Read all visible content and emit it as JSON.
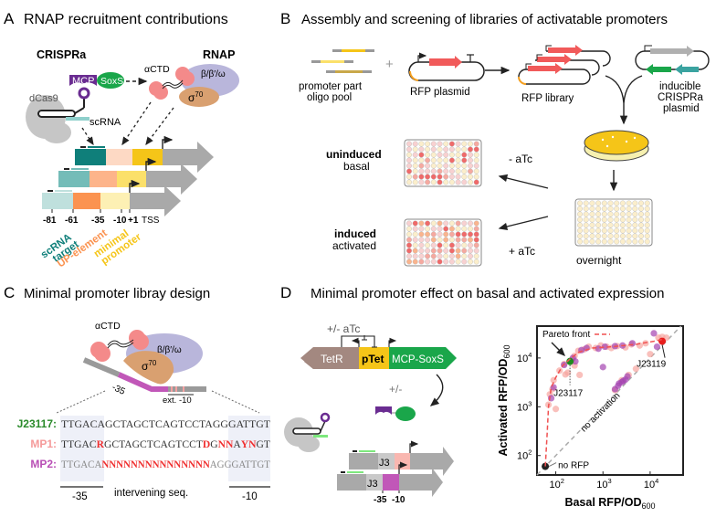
{
  "colors": {
    "teal_dark": "#0f7f7a",
    "teal_mid": "#74bcb8",
    "teal_light": "#bfe0dd",
    "orange_light": "#fdd9c4",
    "orange_mid": "#fdb48a",
    "orange_dark": "#fb9350",
    "yellow_dark": "#f5c518",
    "yellow_mid": "#fbe06a",
    "yellow_light": "#fdf0b4",
    "gray_arrow": "#a9a9a9",
    "rfp_red": "#f15a5a",
    "rnap_lavender": "#b9b6db",
    "sigma_tan": "#d9a070",
    "actd_pink": "#f48a8a",
    "mcp_purple": "#6a2c91",
    "soxs_green": "#1aa64a",
    "mp1_color": "#f59a9a",
    "mp2_color": "#b94fb5",
    "j23117_color": "#2a8a2a",
    "pareto_color": "#f05050"
  },
  "panelA": {
    "letter": "A",
    "title": "RNAP recruitment contributions",
    "crispra_label": "CRISPRa",
    "rnap_label": "RNAP",
    "mcp": "MCP",
    "soxs": "SoxS",
    "actd": "αCTD",
    "beta": "β/β′/ω",
    "sigma": "σ",
    "sigma_sup": "70",
    "dcas9": "dCas9",
    "scrna": "scRNA",
    "positions": [
      "-81",
      "-61",
      "-35",
      "-10",
      "+1"
    ],
    "tss": "TSS",
    "legend": [
      "scRNA target",
      "UP-element",
      "minimal promoter"
    ],
    "legend_lines": [
      [
        "scRNA",
        "target"
      ],
      [
        "UP-element"
      ],
      [
        "minimal",
        "promoter"
      ]
    ]
  },
  "panelB": {
    "letter": "B",
    "title": "Assembly and screening of libraries of activatable promoters",
    "oligo_label_1": "promoter part",
    "oligo_label_2": "oligo pool",
    "plus": "+",
    "rfp_plasmid": "RFP plasmid",
    "rfp_library": "RFP library",
    "crispra_1": "inducible",
    "crispra_2": "CRISPRa",
    "crispra_3": "plasmid",
    "uninduced_bold": "uninduced",
    "uninduced_sub": "basal",
    "induced_bold": "induced",
    "induced_sub": "activated",
    "minus_atc": "- aTc",
    "plus_atc": "+ aTc",
    "overnight": "overnight"
  },
  "panelC": {
    "letter": "C",
    "title": "Minimal promoter libray design",
    "actd": "αCTD",
    "beta": "β/β′/ω",
    "sigma": "σ",
    "sigma_sup": "70",
    "minus35": "-35",
    "ext10": "ext. -10",
    "sequences": [
      {
        "name": "J23117:",
        "segments": [
          {
            "t": "TTGACAGCTAGCTCAGTCCTAGGGATTGT",
            "v": false
          }
        ]
      },
      {
        "name": "MP1:",
        "segments": [
          {
            "t": "TTGAC",
            "v": false
          },
          {
            "t": "R",
            "v": true
          },
          {
            "t": "GCTAGCTCAGTCCT",
            "v": false
          },
          {
            "t": "D",
            "v": true
          },
          {
            "t": "G",
            "v": false
          },
          {
            "t": "NN",
            "v": true
          },
          {
            "t": "A",
            "v": false
          },
          {
            "t": "YN",
            "v": true
          },
          {
            "t": "GT",
            "v": false
          }
        ]
      },
      {
        "name": "MP2:",
        "segments": [
          {
            "t": "TTGACA",
            "v": false
          },
          {
            "t": "NNNNNNNNNNNNNNN",
            "v": true
          },
          {
            "t": "AGGGATTGT",
            "v": false
          }
        ]
      }
    ],
    "bracket_35": "-35",
    "bracket_intervening": "intervening seq.",
    "bracket_10": "-10"
  },
  "panelD": {
    "letter": "D",
    "title": "Minimal promoter effect on basal and activated expression",
    "atc": "+/- aTc",
    "tetr": "TetR",
    "ptet": "pTet",
    "mcp_soxs": "MCP-SoxS",
    "plusminus": "+/-",
    "j3": "J3",
    "minus35": "-35",
    "minus10": "-10"
  },
  "chart_data": {
    "type": "scatter",
    "xlabel": "Basal RFP/OD600",
    "ylabel": "Activated RFP/OD600",
    "xscale": "log",
    "yscale": "log",
    "xlim": [
      40,
      50000
    ],
    "ylim": [
      40,
      45000
    ],
    "xticks": [
      {
        "v": 100,
        "label": "10",
        "sup": "2"
      },
      {
        "v": 1000,
        "label": "10",
        "sup": "3"
      },
      {
        "v": 10000,
        "label": "10",
        "sup": "4"
      }
    ],
    "yticks": [
      {
        "v": 100,
        "label": "10",
        "sup": "2"
      },
      {
        "v": 1000,
        "label": "10",
        "sup": "3"
      },
      {
        "v": 10000,
        "label": "10",
        "sup": "4"
      }
    ],
    "grid": false,
    "reference_line": {
      "label": "no activation",
      "from": [
        40,
        40
      ],
      "to": [
        45000,
        45000
      ]
    },
    "pareto_front": {
      "label": "Pareto front",
      "points": [
        [
          60,
          60
        ],
        [
          66,
          300
        ],
        [
          70,
          1000
        ],
        [
          80,
          2500
        ],
        [
          100,
          4000
        ],
        [
          140,
          7000
        ],
        [
          200,
          9500
        ],
        [
          300,
          13000
        ],
        [
          600,
          16000
        ],
        [
          1500,
          17000
        ],
        [
          5000,
          19000
        ],
        [
          12000,
          22000
        ],
        [
          18000,
          24000
        ]
      ]
    },
    "series": [
      {
        "name": "MP1",
        "color": "#f7a5a0",
        "points": [
          [
            70,
            1100
          ],
          [
            75,
            1800
          ],
          [
            85,
            2300
          ],
          [
            90,
            3500
          ],
          [
            100,
            900
          ],
          [
            120,
            5500
          ],
          [
            150,
            7500
          ],
          [
            160,
            4600
          ],
          [
            180,
            5000
          ],
          [
            220,
            9000
          ],
          [
            250,
            11000
          ],
          [
            300,
            14000
          ],
          [
            320,
            4500
          ],
          [
            400,
            15000
          ],
          [
            500,
            17000
          ],
          [
            700,
            16000
          ],
          [
            900,
            18000
          ],
          [
            1200,
            17000
          ],
          [
            1500,
            16000
          ],
          [
            2000,
            17500
          ],
          [
            3000,
            16500
          ],
          [
            4000,
            19000
          ],
          [
            6000,
            18000
          ],
          [
            8000,
            20000
          ],
          [
            15000,
            26000
          ],
          [
            18000,
            27000
          ],
          [
            22000,
            26000
          ],
          [
            2500,
            3500
          ],
          [
            3500,
            4500
          ],
          [
            5000,
            6000
          ],
          [
            1800,
            2200
          ],
          [
            10000,
            12000
          ],
          [
            250,
            7000
          ]
        ]
      },
      {
        "name": "MP2",
        "color": "#a445b0",
        "points": [
          [
            80,
            1500
          ],
          [
            90,
            2500
          ],
          [
            150,
            7200
          ],
          [
            230,
            10000
          ],
          [
            260,
            8500
          ],
          [
            350,
            14500
          ],
          [
            450,
            16000
          ],
          [
            800,
            15500
          ],
          [
            1100,
            17000
          ],
          [
            1800,
            17500
          ],
          [
            2600,
            18000
          ],
          [
            4200,
            20000
          ],
          [
            12000,
            32000
          ],
          [
            14000,
            17000
          ],
          [
            1000,
            6500
          ],
          [
            1800,
            2300
          ],
          [
            2200,
            3000
          ],
          [
            2500,
            3200
          ],
          [
            2700,
            3400
          ],
          [
            3000,
            3600
          ],
          [
            3300,
            4200
          ],
          [
            2100,
            2700
          ]
        ]
      },
      {
        "name": "J23117",
        "color": "#1f8a1f",
        "points": [
          [
            200,
            8500
          ]
        ],
        "label": "J23117"
      },
      {
        "name": "J23119",
        "color": "#e81d1d",
        "points": [
          [
            18000,
            22000
          ]
        ],
        "label": "J23119"
      },
      {
        "name": "no RFP",
        "color": "#222222",
        "points": [
          [
            60,
            60
          ]
        ],
        "label": "no RFP"
      }
    ]
  }
}
